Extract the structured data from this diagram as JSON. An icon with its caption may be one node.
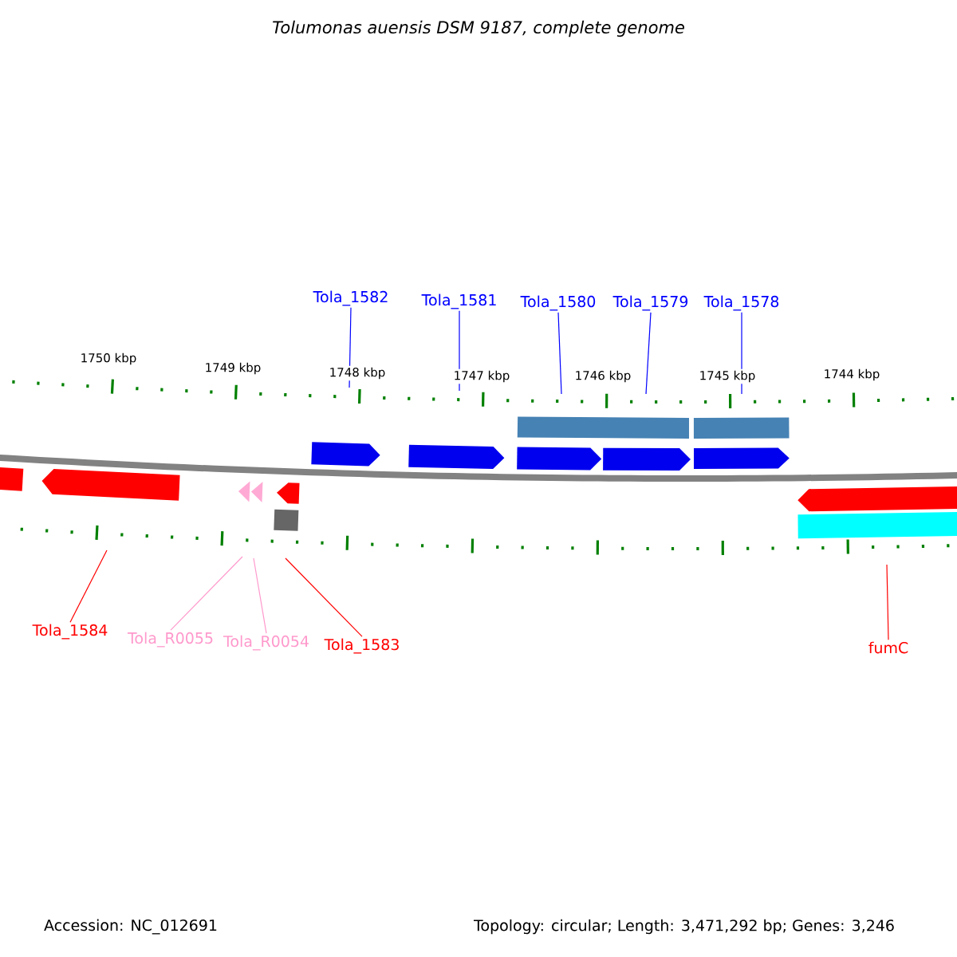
{
  "diagram": {
    "title": "Tolumonas auensis DSM 9187, complete genome",
    "nodes": [
      {
        "text": [
          "Tola_1582"
        ]
      },
      {
        "text": [
          "Tola_1581"
        ]
      },
      {
        "text": [
          "Tola_1580"
        ]
      },
      {
        "text": [
          "Tola_1579"
        ]
      },
      {
        "text": [
          "Tola_1578"
        ]
      },
      {
        "text": [
          "Tola_1584"
        ]
      },
      {
        "text": [
          "Tola_R0055"
        ]
      },
      {
        "text": [
          "Tola_R0054"
        ]
      },
      {
        "text": [
          "Tola_1583"
        ]
      },
      {
        "text": [
          "fumC"
        ]
      },
      {
        "text": [],
        "shape": "scale"
      },
      {
        "text": [],
        "shape": "scale"
      }
    ],
    "edges": [
      {
        "from": 0,
        "to": 10,
        "arrow": "none"
      },
      {
        "from": 1,
        "to": 10,
        "arrow": "none"
      },
      {
        "from": 2,
        "to": 10,
        "arrow": "none"
      },
      {
        "from": 3,
        "to": 10,
        "arrow": "none"
      },
      {
        "from": 4,
        "to": 10,
        "arrow": "none"
      },
      {
        "from": 5,
        "to": 11,
        "arrow": "none",
        "color": "#ff0000"
      },
      {
        "from": 6,
        "to": 11,
        "arrow": "none",
        "color": "#ff99cc"
      },
      {
        "from": 7,
        "to": 11,
        "arrow": "none",
        "color": "#ff99cc"
      },
      {
        "from": 8,
        "to": 11,
        "arrow": "none",
        "color": "#ff0000"
      },
      {
        "from": 9,
        "to": 11,
        "arrow": "none",
        "color": "#ff0000"
      }
    ],
    "labels": [
      "1750 kbp",
      "1749 kbp",
      "1748 kbp",
      "1747 kbp",
      "1746 kbp",
      "1745 kbp",
      "1744 kbp",
      "Accession: NC_012691",
      "Topology: circular; Length: 3,471,292 bp; Genes: 3,246"
    ]
  }
}
